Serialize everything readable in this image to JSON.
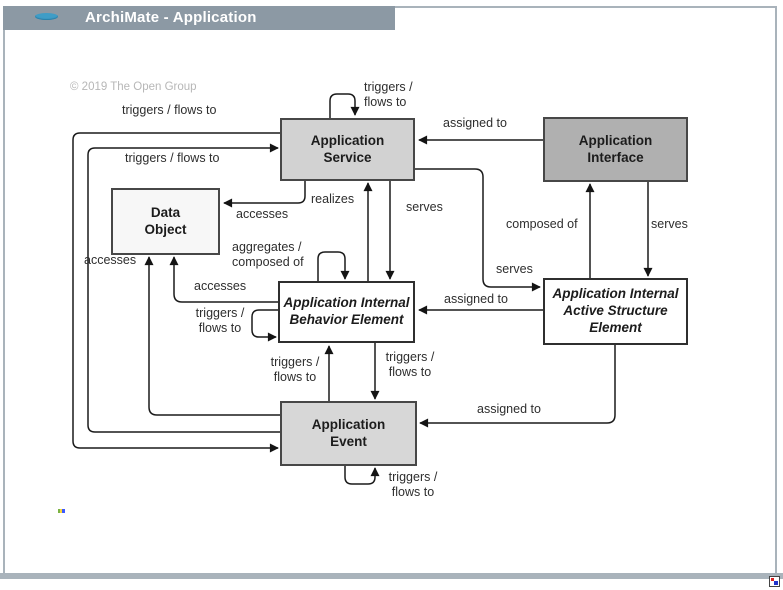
{
  "window": {
    "title": "ArchiMate - Application",
    "copyright": "© 2019 The Open Group"
  },
  "diagram": {
    "nodes": [
      {
        "id": "application-service",
        "label": "Application\nService"
      },
      {
        "id": "application-interface",
        "label": "Application\nInterface"
      },
      {
        "id": "data-object",
        "label": "Data\nObject"
      },
      {
        "id": "application-internal-behavior-element",
        "label": "Application Internal\nBehavior Element"
      },
      {
        "id": "application-internal-active-structure-element",
        "label": "Application Internal\nActive Structure\nElement"
      },
      {
        "id": "application-event",
        "label": "Application\nEvent"
      }
    ],
    "edges": [
      {
        "from": "Application Service",
        "to": "Application Service",
        "label": "triggers /\nflows to"
      },
      {
        "from": "Application Interface",
        "to": "Application Service",
        "label": "assigned to"
      },
      {
        "from": "Application Service",
        "to": "Application Event",
        "label": "triggers / flows to"
      },
      {
        "from": "Application Event",
        "to": "Application Service",
        "label": "triggers / flows to"
      },
      {
        "from": "Application Internal Behavior Element",
        "to": "Application Service",
        "label": "realizes"
      },
      {
        "from": "Application Service",
        "to": "Application Internal Behavior Element",
        "label": "serves"
      },
      {
        "from": "Application Service",
        "to": "Data Object",
        "label": "accesses"
      },
      {
        "from": "Application Internal Behavior Element",
        "to": "Application Internal Behavior Element",
        "label": "aggregates /\ncomposed of"
      },
      {
        "from": "Application Internal Behavior Element",
        "to": "Application Internal Behavior Element",
        "label": "triggers /\nflows to"
      },
      {
        "from": "Application Internal Behavior Element",
        "to": "Data Object",
        "label": "accesses"
      },
      {
        "from": "Application Event",
        "to": "Data Object",
        "label": "accesses"
      },
      {
        "from": "Application Internal Active Structure Element",
        "to": "Application Interface",
        "label": "composed of"
      },
      {
        "from": "Application Interface",
        "to": "Application Internal Active Structure Element",
        "label": "serves"
      },
      {
        "from": "Application Service",
        "to": "Application Internal Active Structure Element",
        "label": "serves"
      },
      {
        "from": "Application Internal Active Structure Element",
        "to": "Application Internal Behavior Element",
        "label": "assigned to"
      },
      {
        "from": "Application Internal Active Structure Element",
        "to": "Application Event",
        "label": "assigned to"
      },
      {
        "from": "Application Internal Behavior Element",
        "to": "Application Event",
        "label": "triggers /\nflows to"
      },
      {
        "from": "Application Event",
        "to": "Application Internal Behavior Element",
        "label": "triggers /\nflows to"
      },
      {
        "from": "Application Event",
        "to": "Application Event",
        "label": "triggers /\nflows to"
      }
    ],
    "colors": {
      "service_fill": "#d2d2d2",
      "interface_fill": "#b0b0b0",
      "event_fill": "#d7d7d7",
      "data_object_fill": "#f7f7f7",
      "behavior_fill": "#ffffff",
      "line": "#1a1a1a",
      "titlebar": "#8c99a4",
      "title_icon": "#3f9dc7"
    }
  }
}
